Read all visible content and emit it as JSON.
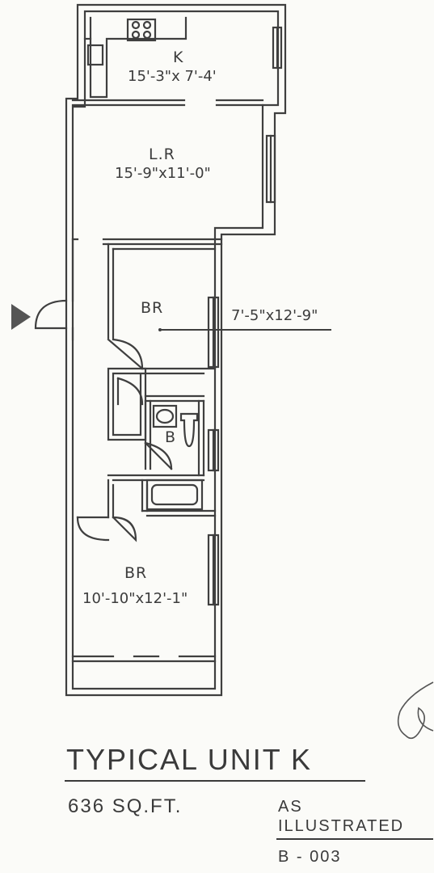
{
  "rooms": [
    {
      "id": "kitchen",
      "name": "K",
      "dims": "15'-3\"x 7'-4'"
    },
    {
      "id": "living",
      "name": "L.R",
      "dims": "15'-9\"x11'-0\""
    },
    {
      "id": "bedroom1",
      "name": "BR",
      "dims": "7'-5\"x12'-9\""
    },
    {
      "id": "bath",
      "name": "B",
      "dims": ""
    },
    {
      "id": "bedroom2",
      "name": "BR",
      "dims": "10'-10\"x12'-1\""
    }
  ],
  "caption": {
    "title": "TYPICAL  UNIT  K",
    "area": "636  SQ.FT.",
    "note_line1": "AS",
    "note_line2": "ILLUSTRATED",
    "drawing_no": "B - 003"
  }
}
